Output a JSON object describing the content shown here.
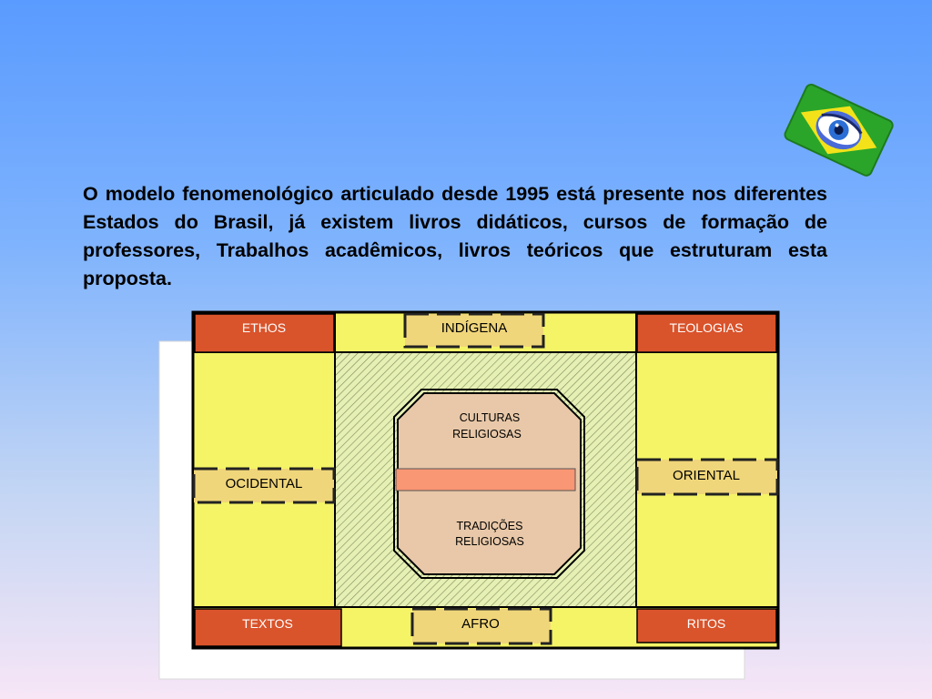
{
  "paragraph": "O modelo fenomenológico articulado desde 1995 está presente nos diferentes Estados do Brasil, já existem livros didáticos, cursos de formação de professores, Trabalhos acadêmicos, livros teóricos que estruturam esta proposta.",
  "diagram": {
    "corners": {
      "top_left": "ETHOS",
      "top_right": "TEOLOGIAS",
      "bottom_left": "TEXTOS",
      "bottom_right": "RITOS"
    },
    "sides": {
      "top": "INDÍGENA",
      "bottom": "AFRO",
      "left": "OCIDENTAL",
      "right": "ORIENTAL"
    },
    "center": {
      "upper_line1": "CULTURAS",
      "upper_line2": "RELIGIOSAS",
      "lower_line1": "TRADIÇÕES",
      "lower_line2": "RELIGIOSAS"
    }
  },
  "colors": {
    "corner_fill": "#d9532b",
    "panel_fill": "#f4f466",
    "side_label_fill": "#f0d67a",
    "center_fill": "#e8c8a8",
    "center_bar": "#f99673",
    "hatch_fill": "#e6f0b4"
  },
  "icons": {
    "flag": "brazil-flag-eye-icon"
  }
}
